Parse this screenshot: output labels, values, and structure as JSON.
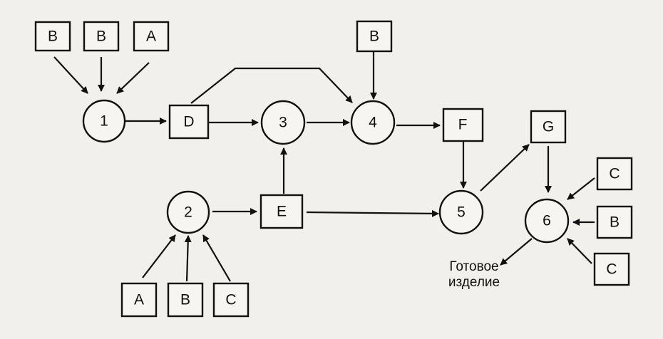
{
  "processes": [
    {
      "id": "1",
      "label": "1"
    },
    {
      "id": "2",
      "label": "2"
    },
    {
      "id": "3",
      "label": "3"
    },
    {
      "id": "4",
      "label": "4"
    },
    {
      "id": "5",
      "label": "5"
    },
    {
      "id": "6",
      "label": "6"
    }
  ],
  "components": [
    {
      "id": "in-1a",
      "label": "B"
    },
    {
      "id": "in-1b",
      "label": "B"
    },
    {
      "id": "in-1c",
      "label": "A"
    },
    {
      "id": "in-4",
      "label": "B"
    },
    {
      "id": "in-2a",
      "label": "A"
    },
    {
      "id": "in-2b",
      "label": "B"
    },
    {
      "id": "in-2c",
      "label": "C"
    },
    {
      "id": "in-6a",
      "label": "C"
    },
    {
      "id": "in-6b",
      "label": "B"
    },
    {
      "id": "in-6c",
      "label": "C"
    },
    {
      "id": "D",
      "label": "D"
    },
    {
      "id": "E",
      "label": "E"
    },
    {
      "id": "F",
      "label": "F"
    },
    {
      "id": "G",
      "label": "G"
    }
  ],
  "result": {
    "line1": "Готовое",
    "line2": "изделие"
  },
  "colors": {
    "ink": "#111111",
    "paper": "#f1f0ec"
  }
}
